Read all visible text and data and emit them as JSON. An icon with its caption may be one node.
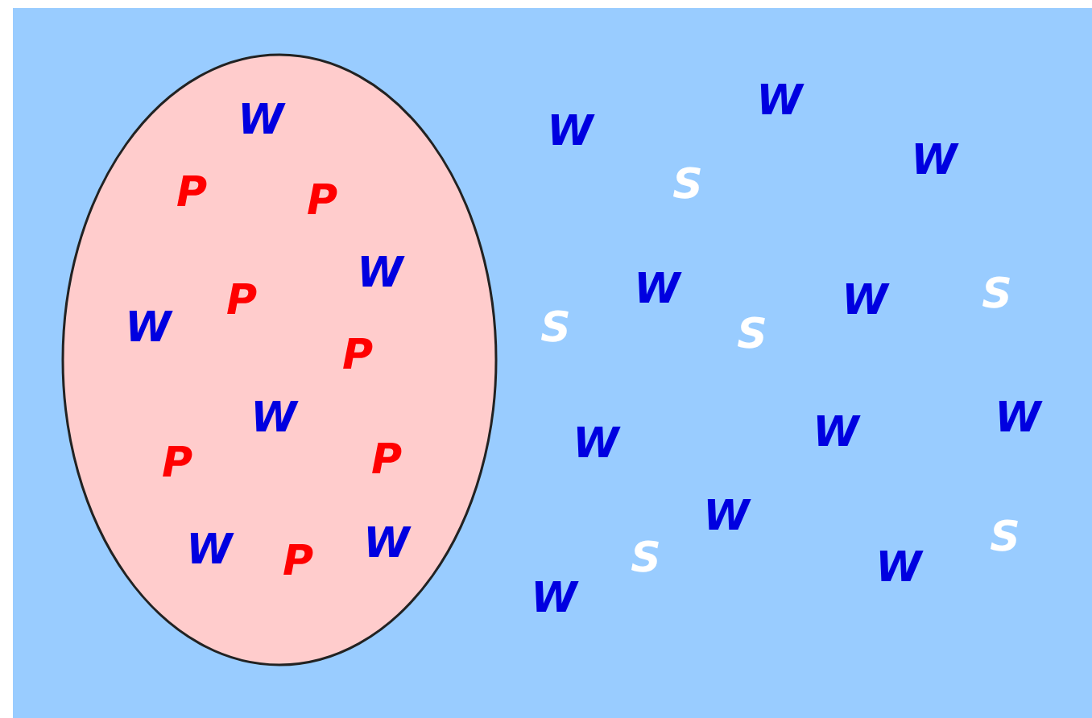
{
  "diagram": {
    "nodes": [
      {
        "text": [
          "W",
          "W",
          "W",
          "S",
          "W",
          "W",
          "S",
          "S",
          "S",
          "W",
          "W",
          "W",
          "W",
          "S",
          "S",
          "W",
          "W"
        ]
      },
      {
        "text": [
          "W",
          "P",
          "P",
          "W",
          "P",
          "W",
          "P",
          "W",
          "P",
          "P",
          "W",
          "W",
          "P"
        ],
        "in": 0
      }
    ]
  }
}
